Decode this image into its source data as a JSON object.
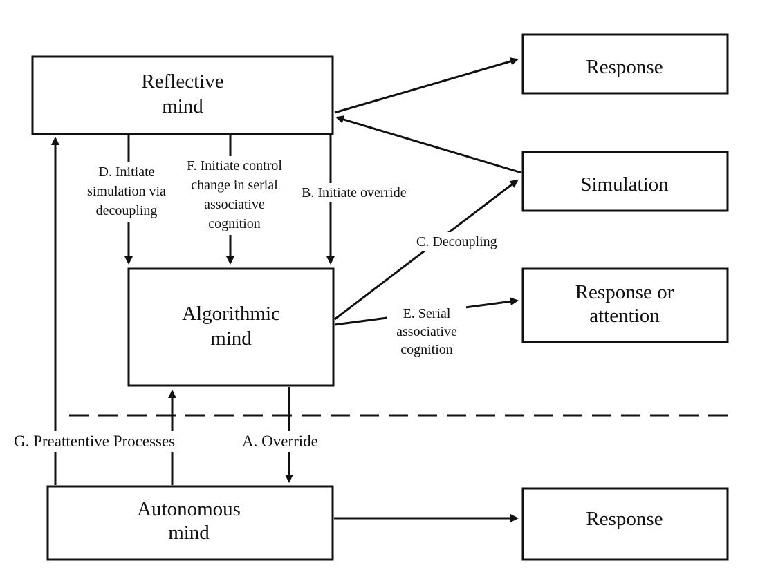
{
  "nodes": {
    "reflective": [
      "Reflective",
      "mind"
    ],
    "algorithmic": [
      "Algorithmic",
      "mind"
    ],
    "autonomous": [
      "Autonomous",
      "mind"
    ],
    "response_top": [
      "Response"
    ],
    "simulation": [
      "Simulation"
    ],
    "response_or_attention": [
      "Response or",
      "attention"
    ],
    "response_bottom": [
      "Response"
    ]
  },
  "edges": {
    "d": [
      "D. Initiate",
      "simulation via",
      "decoupling"
    ],
    "f": [
      "F. Initiate control",
      "change in serial",
      "associative",
      "cognition"
    ],
    "b": [
      "B. Initiate override"
    ],
    "c": [
      "C. Decoupling"
    ],
    "e": [
      "E. Serial",
      "associative",
      "cognition"
    ],
    "g": [
      "G. Preattentive Processes"
    ],
    "a": [
      "A. Override"
    ]
  }
}
